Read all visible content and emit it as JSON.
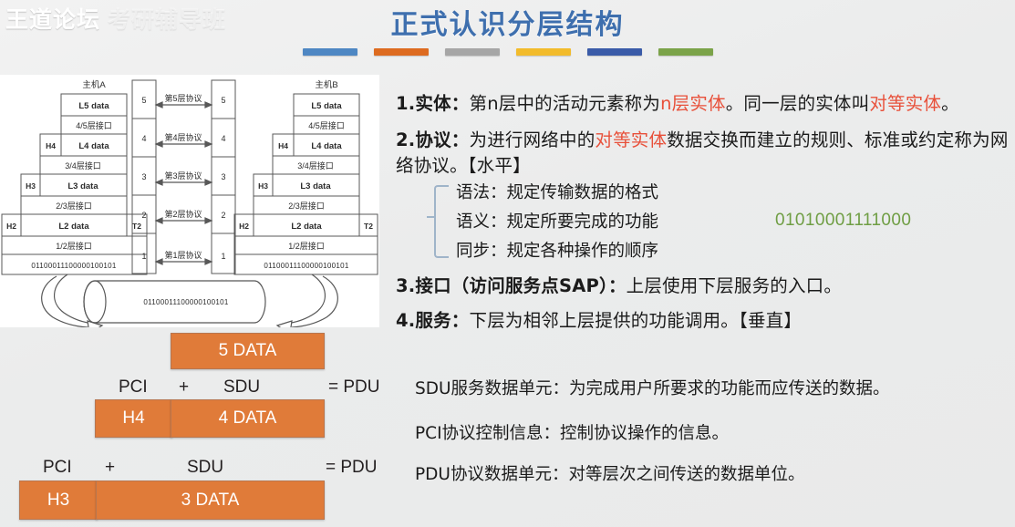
{
  "slide": {
    "watermark_main": "王道论坛",
    "watermark_faint": "考研辅导班",
    "title": "正式认识分层结构",
    "background_color": "#eeefef",
    "title_color": "#3e6fae",
    "accent_colors": [
      "#4e87c3",
      "#dd6b20",
      "#a6a6a6",
      "#f2bb2b",
      "#3a5ba8",
      "#7ba349"
    ]
  },
  "diagram": {
    "host_a_label": "主机A",
    "host_b_label": "主机B",
    "stack_rows": [
      "L5 data",
      "4/5层接口",
      "L4 data",
      "3/4层接口",
      "L3 data",
      "2/3层接口",
      "L2 data",
      "1/2层接口"
    ],
    "headers": {
      "h4": "H4",
      "h3": "H3",
      "h2": "H2",
      "t2": "T2"
    },
    "bitstring": "01100011100000100101",
    "layer_numbers": [
      "5",
      "4",
      "3",
      "2",
      "1"
    ],
    "protocols": [
      "第5层协议",
      "第4层协议",
      "第3层协议",
      "第2层协议",
      "第1层协议"
    ],
    "pipe_bitstring": "01100011100000100101"
  },
  "pdu": {
    "box_5_data": "5 DATA",
    "box_h4": "H4",
    "box_4_data": "4 DATA",
    "box_h3": "H3",
    "box_3_data": "3 DATA",
    "label_pci": "PCI",
    "label_plus": "+",
    "label_sdu": "SDU",
    "label_pdu": "= PDU",
    "box_color": "#e07b39"
  },
  "right": {
    "item1": {
      "num": "1.",
      "term": "实体",
      "colon": "：",
      "t1": "第n层中的活动元素称为",
      "r1": "n层实体",
      "t2": "。同一层的实体叫",
      "r2": "对等实体",
      "t3": "。"
    },
    "item2": {
      "num": "2.",
      "term": "协议",
      "colon": "：",
      "t1": "为进行网络中的",
      "r1": "对等实体",
      "t2": "数据交换而建立的规则、标准或约定",
      "t3": "称为网络协议。【水平】"
    },
    "sub": [
      "语法：规定传输数据的格式",
      "语义：规定所要完成的功能",
      "同步：规定各种操作的顺序"
    ],
    "binary": "01010001111000",
    "binary_color": "#6f9e44",
    "item3": {
      "num": "3.",
      "term": "接口（访问服务点SAP）",
      "colon": "：",
      "text": "上层使用下层服务的入口。"
    },
    "item4": {
      "num": "4.",
      "term": "服务",
      "colon": "：",
      "text": "下层为相邻上层提供的功能调用。【垂直】"
    },
    "footer": [
      "SDU服务数据单元：为完成用户所要求的功能而应传送的数据。",
      "PCI协议控制信息：控制协议操作的信息。",
      "PDU协议数据单元：对等层次之间传送的数据单位。"
    ]
  }
}
